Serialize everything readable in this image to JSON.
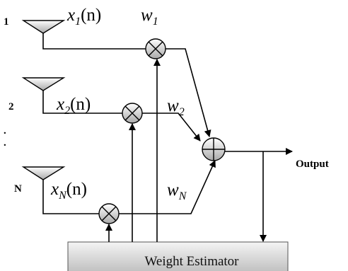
{
  "antennas": [
    {
      "label": "1",
      "signal": "x",
      "signal_sub": "1",
      "arg": "(n)",
      "weight": "w",
      "weight_sub": "1"
    },
    {
      "label": "2",
      "signal": "x",
      "signal_sub": "2",
      "arg": "(n)",
      "weight": "w",
      "weight_sub": "2"
    },
    {
      "label": "N",
      "signal": "x",
      "signal_sub": "N",
      "arg": "(n)",
      "weight": "w",
      "weight_sub": "N"
    }
  ],
  "output_label": "Output",
  "estimator_label": "Weight Estimator",
  "stray_marks": [
    ".",
    "."
  ],
  "colors": {
    "line": "#000000",
    "estimator_fill_top": "#f4f4f4",
    "estimator_fill_bottom": "#bdbdbd",
    "node_fill_top": "#ffffff",
    "node_fill_bottom": "#a9a9a9"
  }
}
